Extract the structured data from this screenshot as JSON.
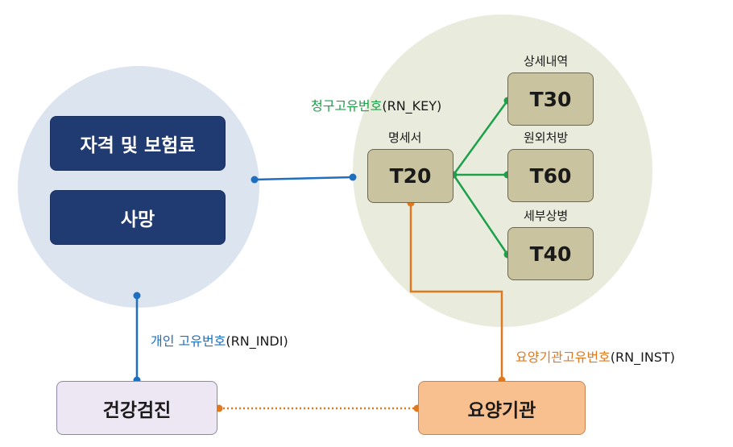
{
  "left_group": {
    "qualification_label": "자격 및 보험료",
    "death_label": "사망"
  },
  "right_group": {
    "t20": {
      "caption": "명세서",
      "label": "T20"
    },
    "t30": {
      "caption": "상세내역",
      "label": "T30"
    },
    "t60": {
      "caption": "원외처방",
      "label": "T60"
    },
    "t40": {
      "caption": "세부상병",
      "label": "T40"
    }
  },
  "bottom": {
    "checkup_label": "건강검진",
    "institution_label": "요양기관"
  },
  "edges": {
    "claim_key": {
      "korean": "청구고유번호",
      "code": "(RN_KEY)"
    },
    "individual_key": {
      "korean": "개인 고유번호",
      "code": "(RN_INDI)"
    },
    "institution_key": {
      "korean": "요양기관고유번호",
      "code": "(RN_INST)"
    }
  },
  "colors": {
    "blue_link": "#1f6fbf",
    "green_link": "#1ca04a",
    "orange_link": "#e0781e"
  }
}
